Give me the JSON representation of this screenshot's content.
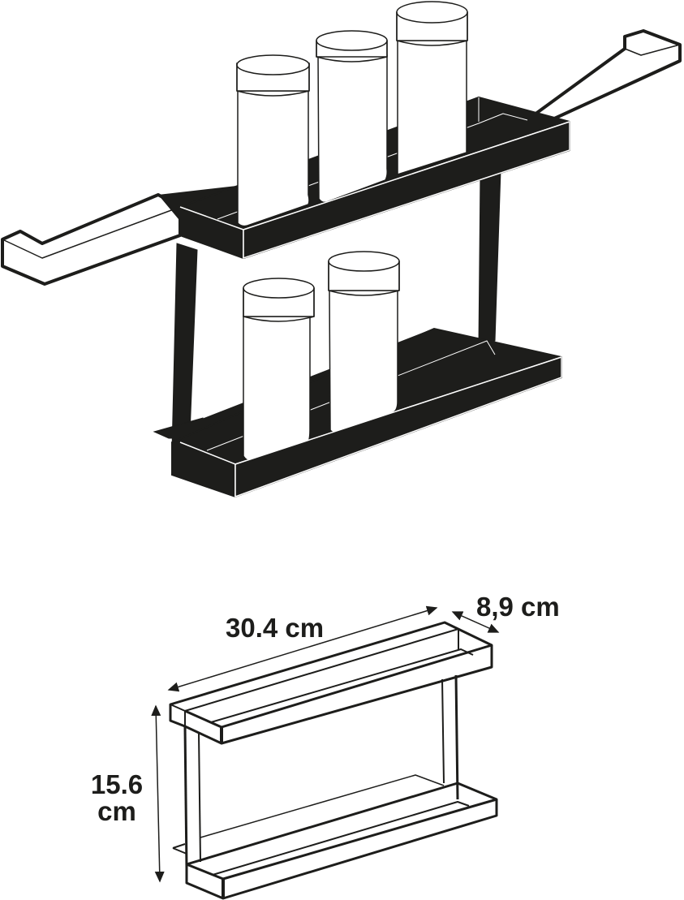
{
  "figure": {
    "type": "product-dimension-diagram",
    "subject": "two-tier rail-mounted spice rack",
    "top_illustration": {
      "description": "Black two-tier rack hanging on a wall rail, holding glass jars",
      "upper_tier_jars": 3,
      "lower_tier_jars": 2,
      "fill_color": "#1d1d1b",
      "line_color": "#1d1d1b",
      "background": "#ffffff"
    },
    "bottom_illustration": {
      "description": "Line drawing of the rack with dimension arrows",
      "dimensions": {
        "width": "30.4 cm",
        "depth": "8,9 cm",
        "height_line1": "15.6",
        "height_line2": "cm"
      }
    }
  }
}
